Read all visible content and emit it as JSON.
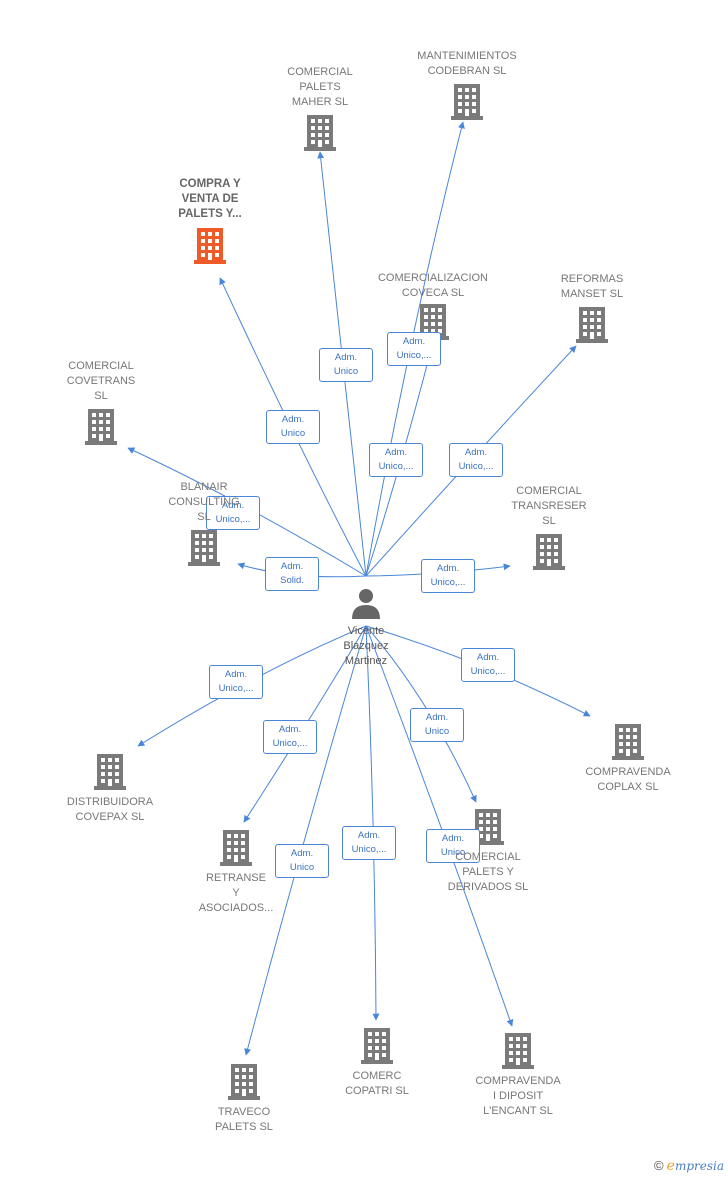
{
  "colors": {
    "edge": "#4a86d8",
    "company": "#7a7a7a",
    "highlight": "#f05a28",
    "person": "#666666"
  },
  "person": {
    "name_lines": [
      "Vicente",
      "Blazquez",
      "Martinez"
    ],
    "icon": "person-icon"
  },
  "companies": [
    {
      "lines": [
        "COMERCIAL",
        "PALETS",
        "MAHER  SL"
      ]
    },
    {
      "lines": [
        "MANTENIMIENTOS",
        "CODEBRAN  SL"
      ]
    },
    {
      "lines": [
        "COMPRA Y",
        "VENTA DE",
        "PALETS Y..."
      ],
      "highlight": true
    },
    {
      "lines": [
        "COMERCIALIZACION",
        "COVECA  SL"
      ]
    },
    {
      "lines": [
        "REFORMAS",
        "MANSET  SL"
      ]
    },
    {
      "lines": [
        "COMERCIAL",
        "COVETRANS",
        "SL"
      ]
    },
    {
      "lines": [
        "BLANAIR",
        "CONSULTING",
        "SL"
      ]
    },
    {
      "lines": [
        "COMERCIAL",
        "TRANSRESER",
        "SL"
      ]
    },
    {
      "lines": [
        "DISTRIBUIDORA",
        "COVEPAX  SL"
      ]
    },
    {
      "lines": [
        "COMPRAVENDA",
        "COPLAX  SL"
      ]
    },
    {
      "lines": [
        "RETRANSE",
        "Y",
        "ASOCIADOS..."
      ]
    },
    {
      "lines": [
        "COMERCIAL",
        "PALETS Y",
        "DERIVADOS  SL"
      ]
    },
    {
      "lines": [
        "TRAVECO",
        "PALETS  SL"
      ]
    },
    {
      "lines": [
        "COMERC",
        "COPATRI  SL"
      ]
    },
    {
      "lines": [
        "COMPRAVENDA",
        "I DIPOSIT",
        "L'ENCANT SL"
      ]
    }
  ],
  "edges": [
    {
      "to": 0,
      "label": [
        "Adm.",
        "Unico"
      ]
    },
    {
      "to": 1,
      "label": [
        "Adm.",
        "Unico,..."
      ]
    },
    {
      "to": 2,
      "label": [
        "Adm.",
        "Unico"
      ]
    },
    {
      "to": 3,
      "label": [
        "Adm.",
        "Unico,..."
      ]
    },
    {
      "to": 4,
      "label": [
        "Adm.",
        "Unico,..."
      ]
    },
    {
      "to": 5,
      "label": [
        "Adm.",
        "Unico,..."
      ]
    },
    {
      "to": 6,
      "label": [
        "Adm.",
        "Solid."
      ]
    },
    {
      "to": 7,
      "label": [
        "Adm.",
        "Unico,..."
      ]
    },
    {
      "to": 8,
      "label": [
        "Adm.",
        "Unico,..."
      ]
    },
    {
      "to": 9,
      "label": [
        "Adm.",
        "Unico,..."
      ]
    },
    {
      "to": 10,
      "label": [
        "Adm.",
        "Unico,..."
      ]
    },
    {
      "to": 11,
      "label": [
        "Adm.",
        "Unico"
      ]
    },
    {
      "to": 12,
      "label": [
        "Adm.",
        "Unico"
      ]
    },
    {
      "to": 13,
      "label": [
        "Adm.",
        "Unico,..."
      ]
    },
    {
      "to": 14,
      "label": [
        "Adm.",
        "Unico"
      ]
    }
  ],
  "brand": {
    "copyright": "©",
    "first": "e",
    "rest": "mpresia"
  }
}
